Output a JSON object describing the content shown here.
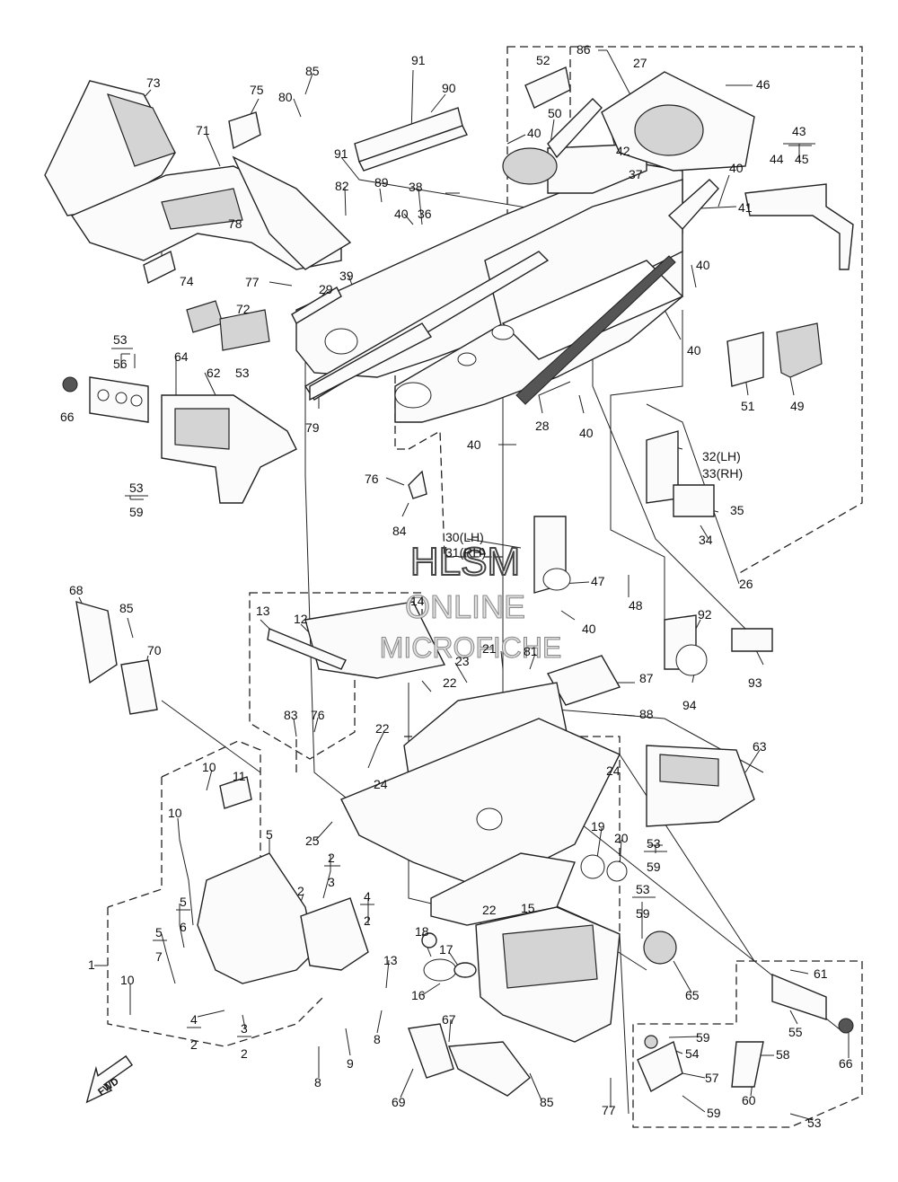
{
  "diagram": {
    "watermark": {
      "line1": "HLSM",
      "line2": "ONLINE",
      "line3": "MICROFICHE"
    },
    "direction_label": "FWD",
    "callouts": [
      {
        "id": "c73",
        "text": "73"
      },
      {
        "id": "c85a",
        "text": "85"
      },
      {
        "id": "c75",
        "text": "75"
      },
      {
        "id": "c80",
        "text": "80"
      },
      {
        "id": "c91a",
        "text": "91"
      },
      {
        "id": "c90",
        "text": "90"
      },
      {
        "id": "c86",
        "text": "86"
      },
      {
        "id": "c52",
        "text": "52"
      },
      {
        "id": "c27",
        "text": "27"
      },
      {
        "id": "c46",
        "text": "46"
      },
      {
        "id": "c71",
        "text": "71"
      },
      {
        "id": "c91b",
        "text": "91"
      },
      {
        "id": "c40a",
        "text": "40"
      },
      {
        "id": "c50",
        "text": "50"
      },
      {
        "id": "c42",
        "text": "42"
      },
      {
        "id": "c43",
        "text": "43"
      },
      {
        "id": "c44",
        "text": "44"
      },
      {
        "id": "c45",
        "text": "45"
      },
      {
        "id": "c89",
        "text": "89"
      },
      {
        "id": "c82",
        "text": "82"
      },
      {
        "id": "c38",
        "text": "38"
      },
      {
        "id": "c37",
        "text": "37"
      },
      {
        "id": "c40b",
        "text": "40"
      },
      {
        "id": "c40c",
        "text": "40"
      },
      {
        "id": "c36",
        "text": "36"
      },
      {
        "id": "c41",
        "text": "41"
      },
      {
        "id": "c78",
        "text": "78"
      },
      {
        "id": "c77a",
        "text": "77"
      },
      {
        "id": "c39",
        "text": "39"
      },
      {
        "id": "c40d",
        "text": "40"
      },
      {
        "id": "c74",
        "text": "74"
      },
      {
        "id": "c29",
        "text": "29"
      },
      {
        "id": "c72",
        "text": "72"
      },
      {
        "id": "c53a",
        "text": "53"
      },
      {
        "id": "c56",
        "text": "56"
      },
      {
        "id": "c64",
        "text": "64"
      },
      {
        "id": "c62",
        "text": "62"
      },
      {
        "id": "c53b",
        "text": "53"
      },
      {
        "id": "c40e",
        "text": "40"
      },
      {
        "id": "c66a",
        "text": "66"
      },
      {
        "id": "c79",
        "text": "79"
      },
      {
        "id": "c28",
        "text": "28"
      },
      {
        "id": "c40f",
        "text": "40"
      },
      {
        "id": "c51",
        "text": "51"
      },
      {
        "id": "c49",
        "text": "49"
      },
      {
        "id": "c40g",
        "text": "40"
      },
      {
        "id": "c32",
        "text": "32(LH)"
      },
      {
        "id": "c33",
        "text": "33(RH)"
      },
      {
        "id": "c53c",
        "text": "53"
      },
      {
        "id": "c59a",
        "text": "59"
      },
      {
        "id": "c76a",
        "text": "76"
      },
      {
        "id": "c84",
        "text": "84"
      },
      {
        "id": "c35",
        "text": "35"
      },
      {
        "id": "c34",
        "text": "34"
      },
      {
        "id": "c30",
        "text": "30(LH)"
      },
      {
        "id": "c31",
        "text": "31(RH)"
      },
      {
        "id": "c26",
        "text": "26"
      },
      {
        "id": "c47",
        "text": "47"
      },
      {
        "id": "c48",
        "text": "48"
      },
      {
        "id": "c68",
        "text": "68"
      },
      {
        "id": "c85b",
        "text": "85"
      },
      {
        "id": "c13a",
        "text": "13"
      },
      {
        "id": "c12",
        "text": "12"
      },
      {
        "id": "c14",
        "text": "14"
      },
      {
        "id": "c40h",
        "text": "40"
      },
      {
        "id": "c92",
        "text": "92"
      },
      {
        "id": "c70",
        "text": "70"
      },
      {
        "id": "c21",
        "text": "21"
      },
      {
        "id": "c81",
        "text": "81"
      },
      {
        "id": "c23",
        "text": "23"
      },
      {
        "id": "c22a",
        "text": "22"
      },
      {
        "id": "c87",
        "text": "87"
      },
      {
        "id": "c93",
        "text": "93"
      },
      {
        "id": "c94",
        "text": "94"
      },
      {
        "id": "c88",
        "text": "88"
      },
      {
        "id": "c83",
        "text": "83"
      },
      {
        "id": "c76b",
        "text": "76"
      },
      {
        "id": "c22b",
        "text": "22"
      },
      {
        "id": "c63",
        "text": "63"
      },
      {
        "id": "c10a",
        "text": "10"
      },
      {
        "id": "c11",
        "text": "11"
      },
      {
        "id": "c24a",
        "text": "24"
      },
      {
        "id": "c24b",
        "text": "24"
      },
      {
        "id": "c10b",
        "text": "10"
      },
      {
        "id": "c25",
        "text": "25"
      },
      {
        "id": "c5a",
        "text": "5"
      },
      {
        "id": "c19",
        "text": "19"
      },
      {
        "id": "c20",
        "text": "20"
      },
      {
        "id": "c53d",
        "text": "53"
      },
      {
        "id": "c59b",
        "text": "59"
      },
      {
        "id": "c2a",
        "text": "2"
      },
      {
        "id": "c3a",
        "text": "3"
      },
      {
        "id": "c2b",
        "text": "2"
      },
      {
        "id": "c4a",
        "text": "4"
      },
      {
        "id": "c2c",
        "text": "2"
      },
      {
        "id": "c53e",
        "text": "53"
      },
      {
        "id": "c59c",
        "text": "59"
      },
      {
        "id": "c5b",
        "text": "5"
      },
      {
        "id": "c6",
        "text": "6"
      },
      {
        "id": "c22c",
        "text": "22"
      },
      {
        "id": "c15",
        "text": "15"
      },
      {
        "id": "c5c",
        "text": "5"
      },
      {
        "id": "c7",
        "text": "7"
      },
      {
        "id": "c18",
        "text": "18"
      },
      {
        "id": "c17",
        "text": "17"
      },
      {
        "id": "c1",
        "text": "1"
      },
      {
        "id": "c13b",
        "text": "13"
      },
      {
        "id": "c61",
        "text": "61"
      },
      {
        "id": "c10c",
        "text": "10"
      },
      {
        "id": "c16",
        "text": "16"
      },
      {
        "id": "c65",
        "text": "65"
      },
      {
        "id": "c55",
        "text": "55"
      },
      {
        "id": "c4b",
        "text": "4"
      },
      {
        "id": "c2d",
        "text": "2"
      },
      {
        "id": "c3b",
        "text": "3"
      },
      {
        "id": "c2e",
        "text": "2"
      },
      {
        "id": "c9",
        "text": "9"
      },
      {
        "id": "c8a",
        "text": "8"
      },
      {
        "id": "c59d",
        "text": "59"
      },
      {
        "id": "c54",
        "text": "54"
      },
      {
        "id": "c58",
        "text": "58"
      },
      {
        "id": "c66b",
        "text": "66"
      },
      {
        "id": "c8b",
        "text": "8"
      },
      {
        "id": "c67",
        "text": "67"
      },
      {
        "id": "c57",
        "text": "57"
      },
      {
        "id": "c60",
        "text": "60"
      },
      {
        "id": "c69",
        "text": "69"
      },
      {
        "id": "c85c",
        "text": "85"
      },
      {
        "id": "c77b",
        "text": "77"
      },
      {
        "id": "c59e",
        "text": "59"
      },
      {
        "id": "c53f",
        "text": "53"
      }
    ]
  }
}
